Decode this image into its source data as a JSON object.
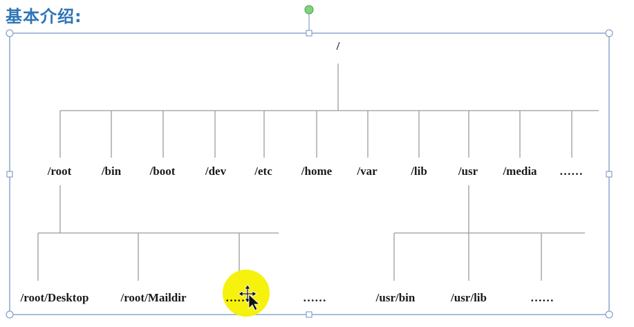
{
  "heading": "基本介绍:",
  "root": "/",
  "level1": [
    {
      "id": "root",
      "label": "/root"
    },
    {
      "id": "bin",
      "label": "/bin"
    },
    {
      "id": "boot",
      "label": "/boot"
    },
    {
      "id": "dev",
      "label": "/dev"
    },
    {
      "id": "etc",
      "label": "/etc"
    },
    {
      "id": "home",
      "label": "/home"
    },
    {
      "id": "var",
      "label": "/var"
    },
    {
      "id": "lib",
      "label": "/lib"
    },
    {
      "id": "usr",
      "label": "/usr"
    },
    {
      "id": "media",
      "label": "/media"
    },
    {
      "id": "more",
      "label": "……"
    }
  ],
  "root_children": [
    {
      "id": "root-desktop",
      "label": "/root/Desktop"
    },
    {
      "id": "root-maildir",
      "label": "/root/Maildir"
    },
    {
      "id": "root-more",
      "label": "……"
    },
    {
      "id": "root-more-2",
      "label": "……"
    }
  ],
  "usr_children": [
    {
      "id": "usr-bin",
      "label": "/usr/bin"
    },
    {
      "id": "usr-lib",
      "label": "/usr/lib"
    },
    {
      "id": "usr-more",
      "label": "……"
    }
  ],
  "colors": {
    "heading": "#2e75b6",
    "line": "#9a9a9a",
    "frame": "#6f8fc0",
    "cursor_highlight": "#f5f000"
  }
}
